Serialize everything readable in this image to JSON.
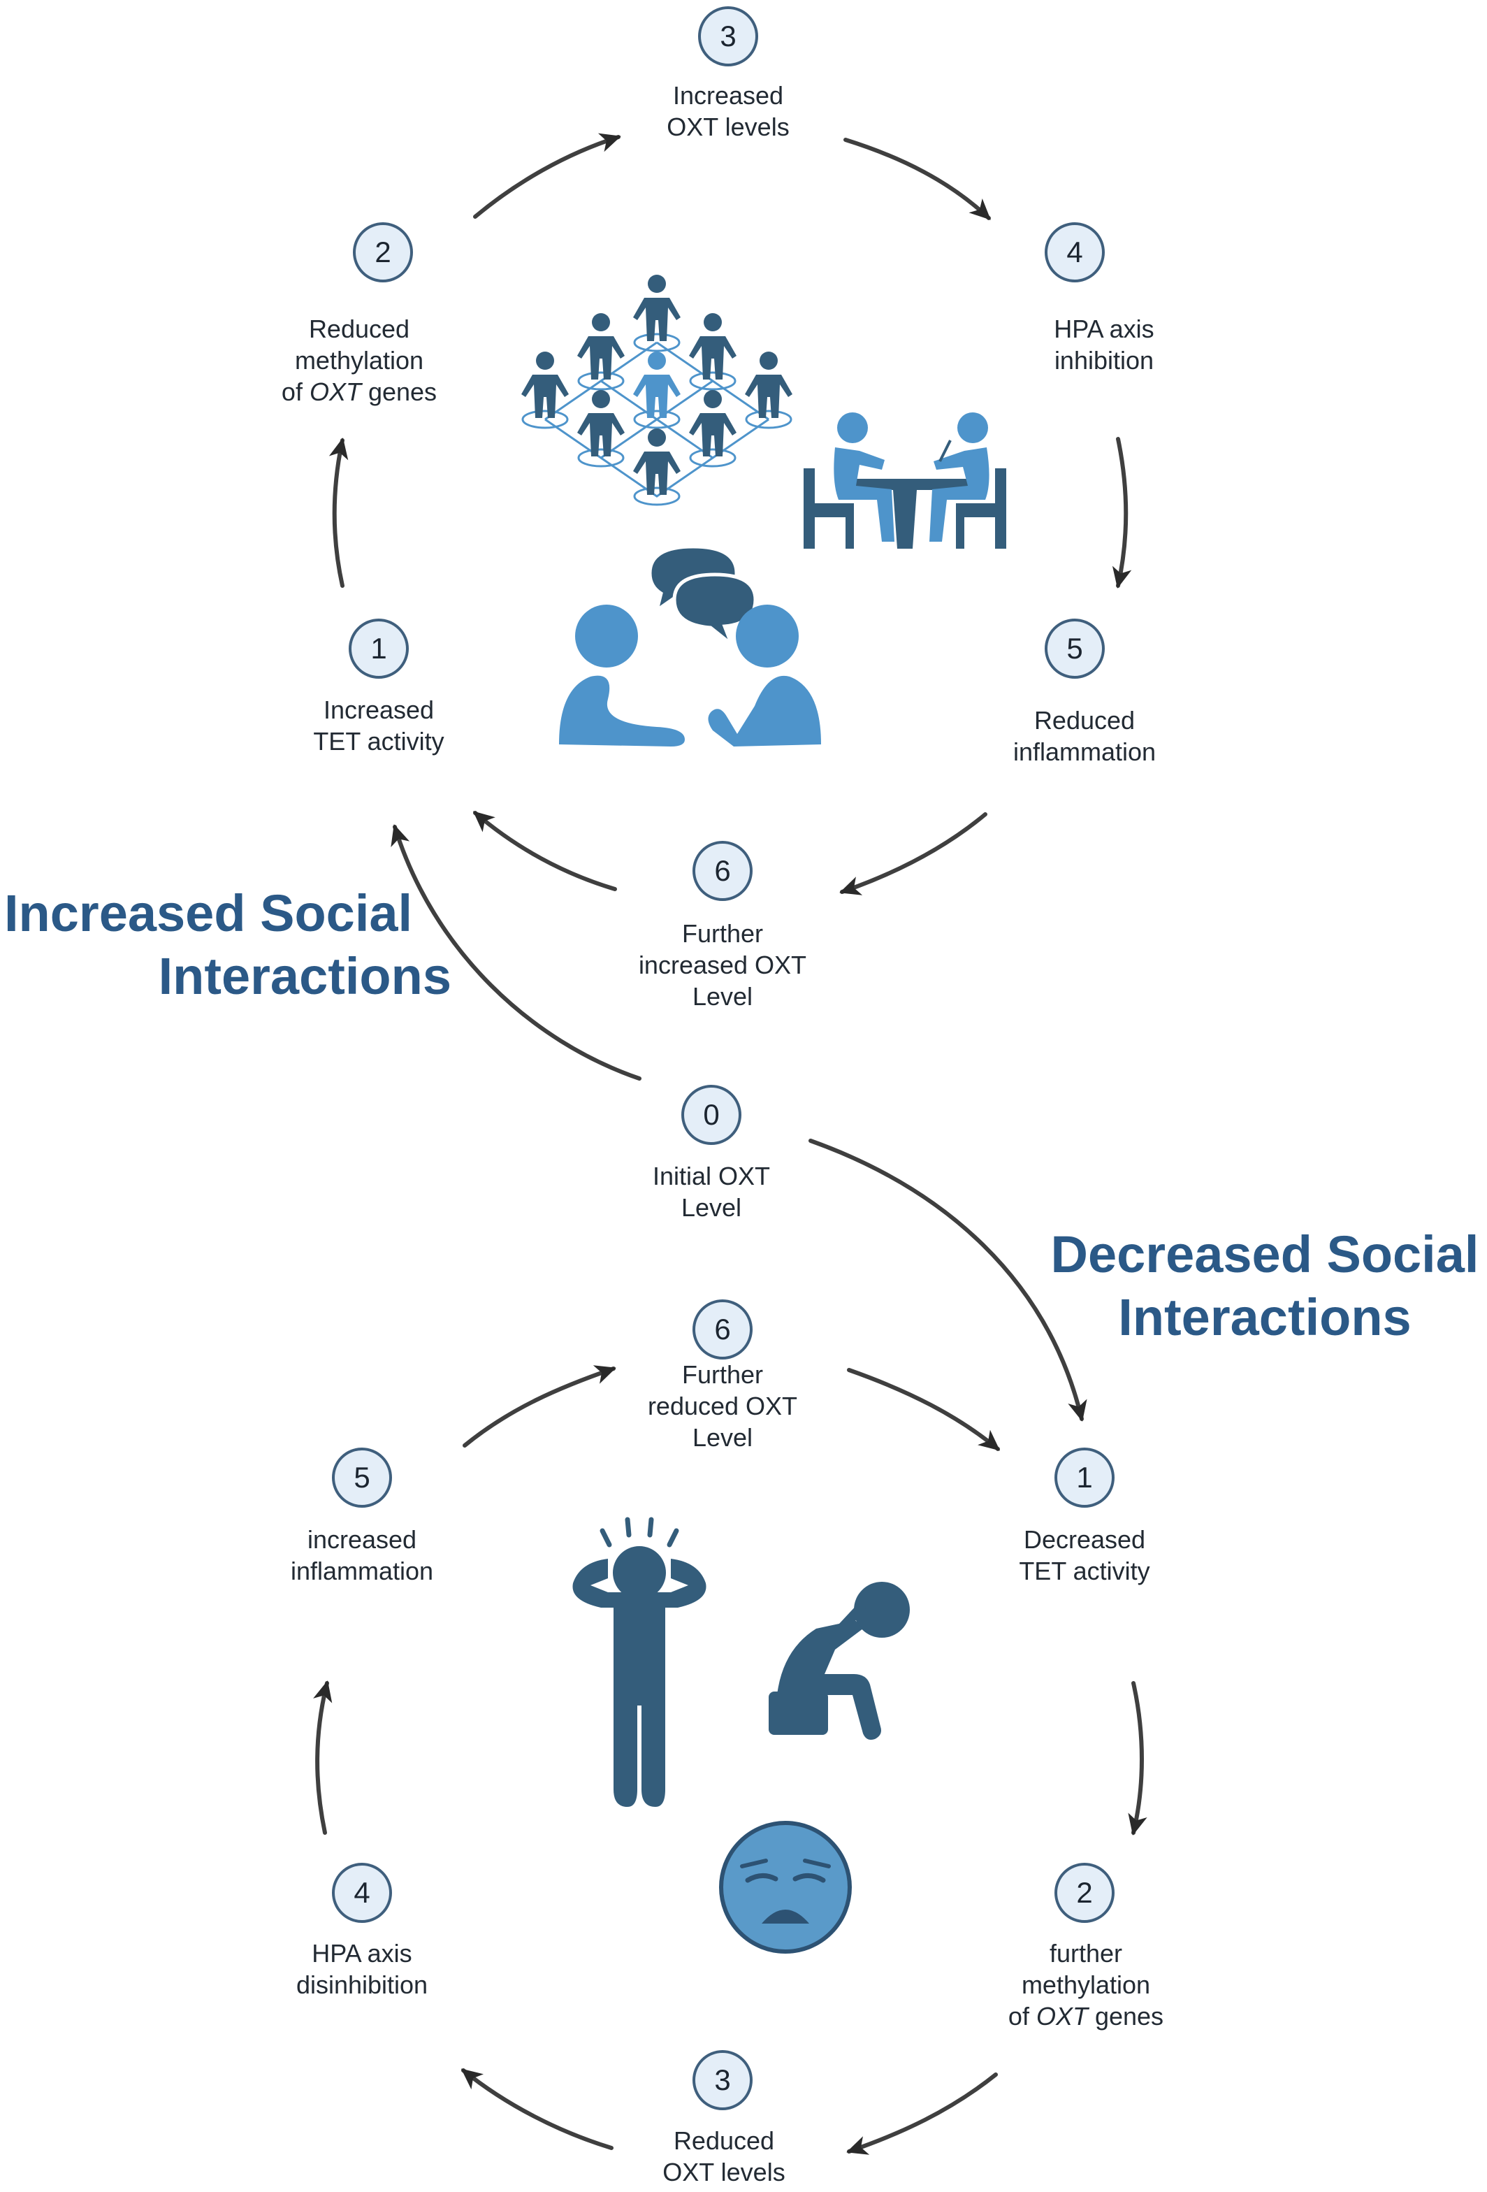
{
  "headings": {
    "increased": [
      "Increased Social",
      "Interactions"
    ],
    "decreased": [
      "Decreased Social",
      "Interactions"
    ]
  },
  "colors": {
    "badge_border": "#3f5f7d",
    "badge_fill": "#e4eef8",
    "heading": "#2b5987",
    "figure_dark": "#345d7b",
    "figure_light": "#4e94cb",
    "arrow": "#2a2a2a"
  },
  "initial": {
    "number": "0",
    "lines": [
      "Initial OXT",
      "Level"
    ]
  },
  "increased_cycle": [
    {
      "number": "1",
      "lines": [
        "Increased",
        "TET activity"
      ]
    },
    {
      "number": "2",
      "pre": "Reduced",
      "mid": "methylation",
      "of": "of ",
      "em": "OXT",
      "post": " genes"
    },
    {
      "number": "3",
      "lines": [
        "Increased",
        "OXT levels"
      ]
    },
    {
      "number": "4",
      "lines": [
        "HPA axis",
        "inhibition"
      ]
    },
    {
      "number": "5",
      "lines": [
        "Reduced",
        "inflammation"
      ]
    },
    {
      "number": "6",
      "lines": [
        "Further",
        "increased OXT",
        "Level"
      ]
    }
  ],
  "decreased_cycle": [
    {
      "number": "1",
      "lines": [
        "Decreased",
        "TET activity"
      ]
    },
    {
      "number": "2",
      "pre": "further",
      "mid": "methylation",
      "of": "of ",
      "em": "OXT",
      "post": " genes"
    },
    {
      "number": "3",
      "lines": [
        "Reduced",
        "OXT levels"
      ]
    },
    {
      "number": "4",
      "lines": [
        "HPA axis",
        "disinhibition"
      ]
    },
    {
      "number": "5",
      "lines": [
        "increased",
        "inflammation"
      ]
    },
    {
      "number": "6",
      "lines": [
        "Further",
        "reduced OXT",
        "Level"
      ]
    }
  ],
  "icons": [
    "social-network-icon",
    "meeting-at-table-icon",
    "conversation-icon",
    "stressed-person-icon",
    "sad-sitting-person-icon",
    "sad-face-icon"
  ]
}
